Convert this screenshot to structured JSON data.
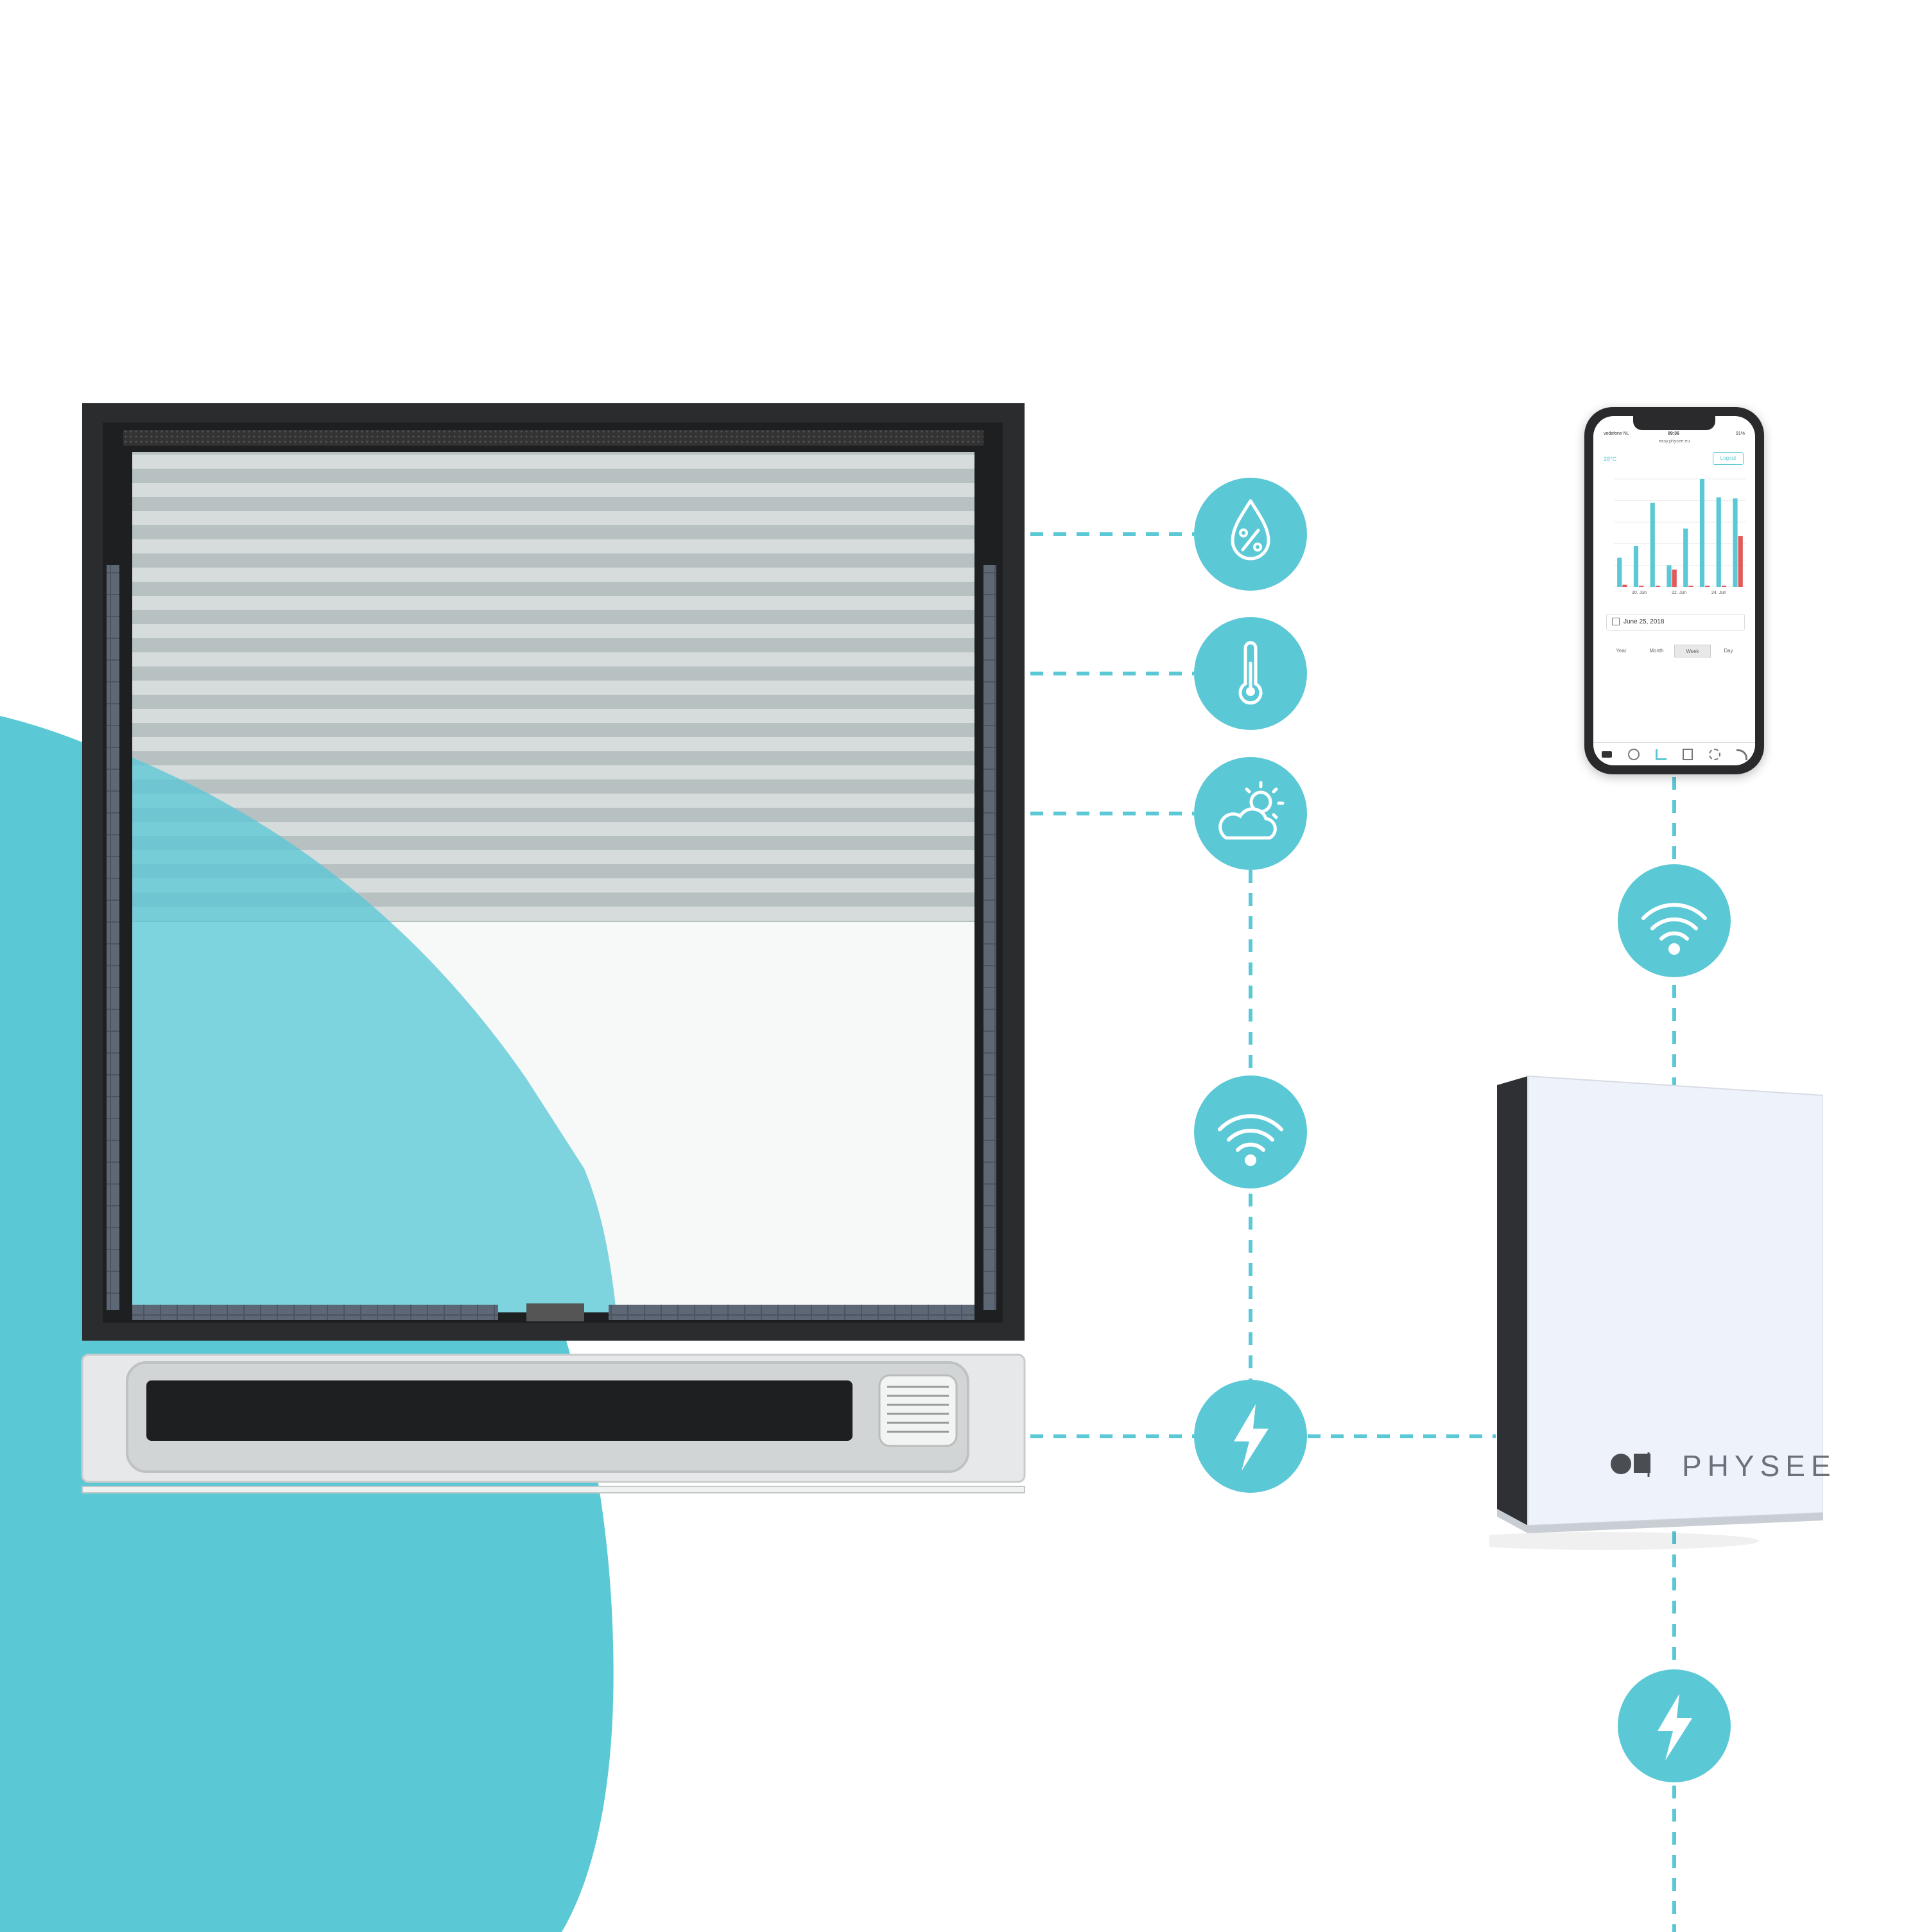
{
  "colors": {
    "accent": "#5BC8D6",
    "frame_dark": "#2b2c2e",
    "blind_light": "#d6dcdc",
    "blind_dark": "#b7c1c2",
    "bar_red": "#e15a5a"
  },
  "icons": {
    "humidity": "humidity-drop-percent-icon",
    "temperature": "thermometer-icon",
    "weather": "sun-cloud-icon",
    "wifi": "wifi-icon",
    "power": "lightning-bolt-icon"
  },
  "phone": {
    "carrier": "vodafone NL",
    "time": "09:36",
    "battery": "91%",
    "url": "easy.physee.eu",
    "reading": "28°C",
    "action_button": "Logout",
    "date_field": "June 25, 2018",
    "period_tabs": [
      "Year",
      "Month",
      "Week",
      "Day"
    ],
    "active_tab": "Week",
    "x_tick_labels": [
      "20. Jun",
      "22. Jun",
      "24. Jun"
    ]
  },
  "chart_data": {
    "type": "bar",
    "series": [
      {
        "color": "#5BC8D6",
        "values": [
          0.27,
          0.38,
          0.78,
          0.2,
          0.54,
          1.0,
          0.83,
          0.82
        ]
      },
      {
        "color": "#e15a5a",
        "values": [
          0.02,
          0.01,
          0.01,
          0.16,
          0.01,
          0.01,
          0.01,
          0.47
        ]
      }
    ]
  },
  "hub": {
    "brand": "PHYSEE"
  }
}
